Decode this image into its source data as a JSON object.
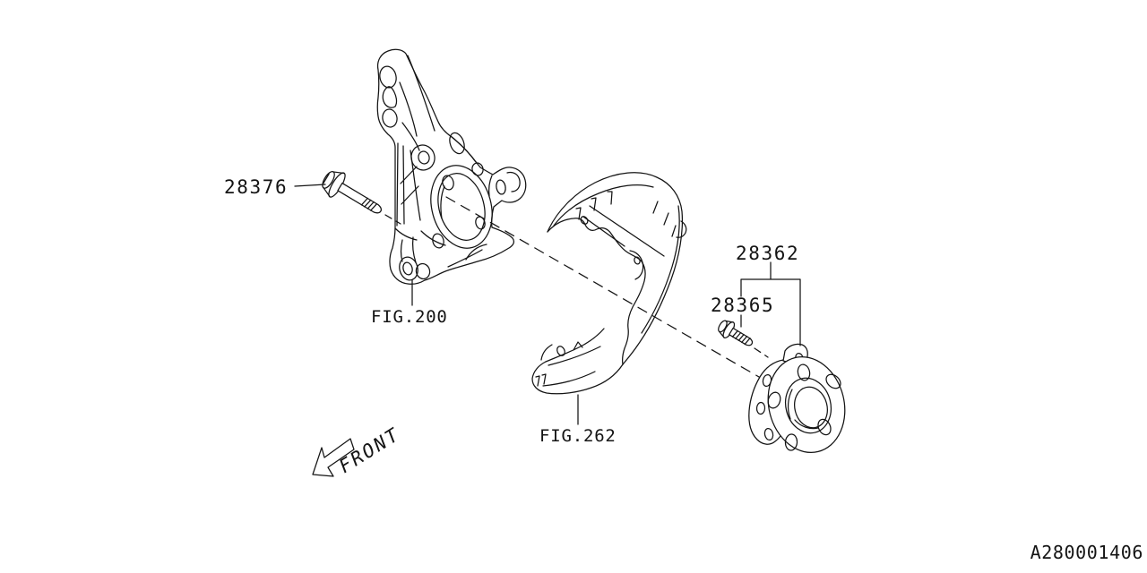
{
  "page": {
    "background_color": "#ffffff",
    "line_color": "#141414"
  },
  "callouts": {
    "bolt_28376": "28376",
    "knuckle_fig": "FIG.200",
    "baffle_fig": "FIG.262",
    "hub_unit": "28362",
    "hub_bolt": "28365"
  },
  "orientation": {
    "front_label": "FRONT"
  },
  "footer": {
    "doc_number": "A280001406"
  }
}
